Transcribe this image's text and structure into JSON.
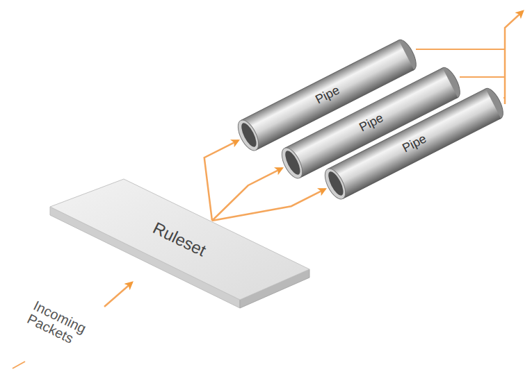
{
  "diagram": {
    "nodes": [
      {
        "text": [
          "Ruleset"
        ]
      },
      {
        "text": [
          "Pipe"
        ]
      },
      {
        "text": [
          "Pipe"
        ]
      },
      {
        "text": [
          "Pipe"
        ]
      }
    ],
    "edges": [
      {
        "from": 0,
        "to": 1,
        "arrow": "to"
      },
      {
        "from": 0,
        "to": 2,
        "arrow": "to"
      },
      {
        "from": 0,
        "to": 3,
        "arrow": "to"
      }
    ],
    "labels": [
      "Incoming Packets"
    ]
  }
}
